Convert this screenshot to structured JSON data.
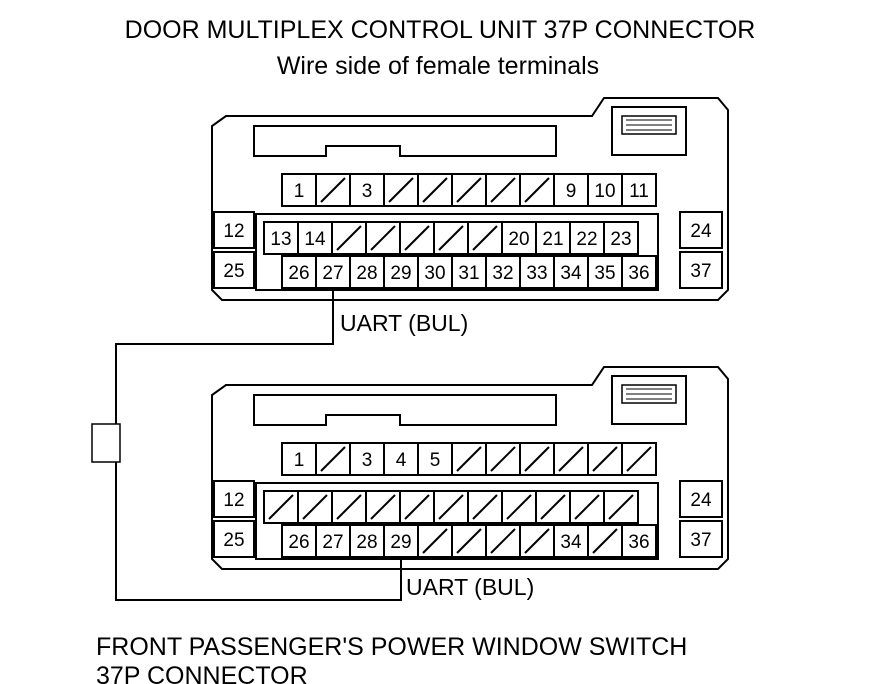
{
  "top_connector": {
    "title": "DOOR MULTIPLEX CONTROL UNIT 37P CONNECTOR",
    "subtitle": "Wire side of female terminals",
    "row1": [
      "1",
      "",
      "3",
      "",
      "",
      "",
      "",
      "",
      "9",
      "10",
      "11"
    ],
    "row2": [
      "13",
      "14",
      "",
      "",
      "",
      "",
      "",
      "20",
      "21",
      "22",
      "23"
    ],
    "row3": [
      "26",
      "27",
      "28",
      "29",
      "30",
      "31",
      "32",
      "33",
      "34",
      "35",
      "36"
    ],
    "side_left": [
      "12",
      "25"
    ],
    "side_right": [
      "24",
      "37"
    ],
    "wire_label": "UART (BUL)"
  },
  "bottom_connector": {
    "row1": [
      "1",
      "",
      "3",
      "4",
      "5",
      "",
      "",
      "",
      "",
      "",
      ""
    ],
    "row2": [
      "",
      "",
      "",
      "",
      "",
      "",
      "",
      "",
      "",
      "",
      ""
    ],
    "row3": [
      "26",
      "27",
      "28",
      "29",
      "",
      "",
      "",
      "",
      "34",
      "",
      "36"
    ],
    "side_left": [
      "12",
      "25"
    ],
    "side_right": [
      "24",
      "37"
    ],
    "wire_label": "UART (BUL)",
    "caption_line1": "FRONT PASSENGER'S POWER WINDOW SWITCH",
    "caption_line2": "37P CONNECTOR"
  },
  "colors": {
    "ink": "#000000",
    "background": "#ffffff"
  }
}
